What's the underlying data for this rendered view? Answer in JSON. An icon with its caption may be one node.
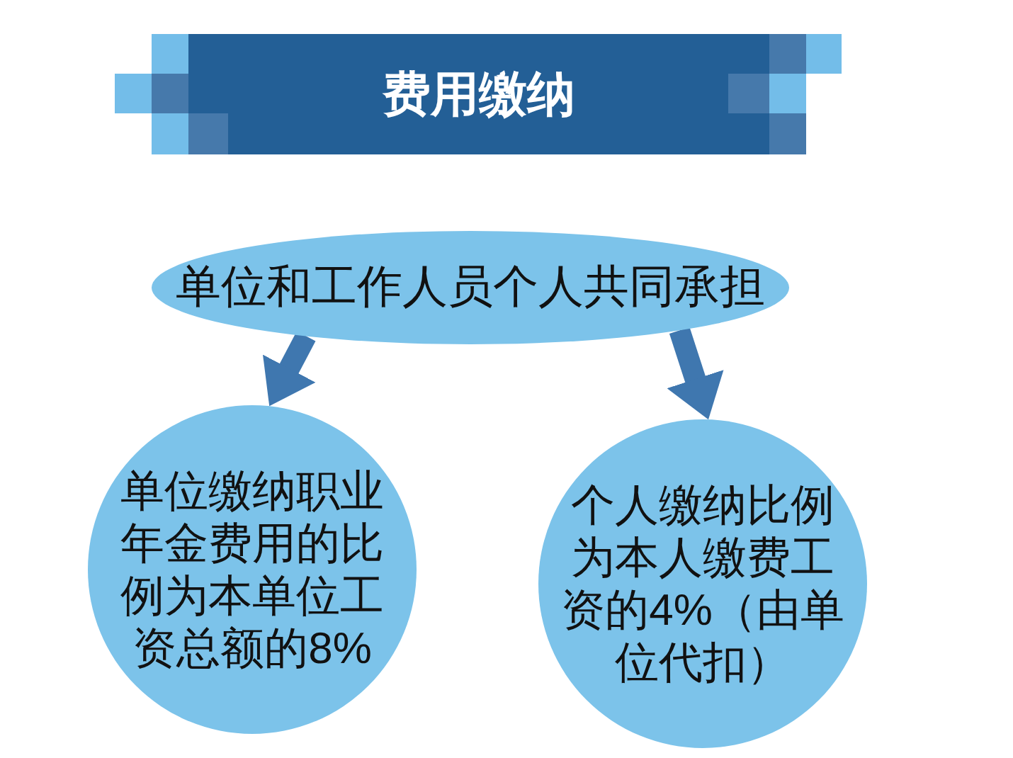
{
  "diagram": {
    "title": "费用缴纳",
    "nodes": [
      {
        "text": [
          "单位和工作人员个人共同承担"
        ]
      },
      {
        "text": [
          "单位缴纳职业年金费用的比例为本单位工资总额的8%"
        ]
      },
      {
        "text": [
          "个人缴纳比例为本人缴费工资的4%（由单位代扣）"
        ]
      }
    ],
    "edges": [
      {
        "from": 0,
        "to": 1,
        "arrow": "to"
      },
      {
        "from": 0,
        "to": 2,
        "arrow": "to"
      }
    ]
  }
}
